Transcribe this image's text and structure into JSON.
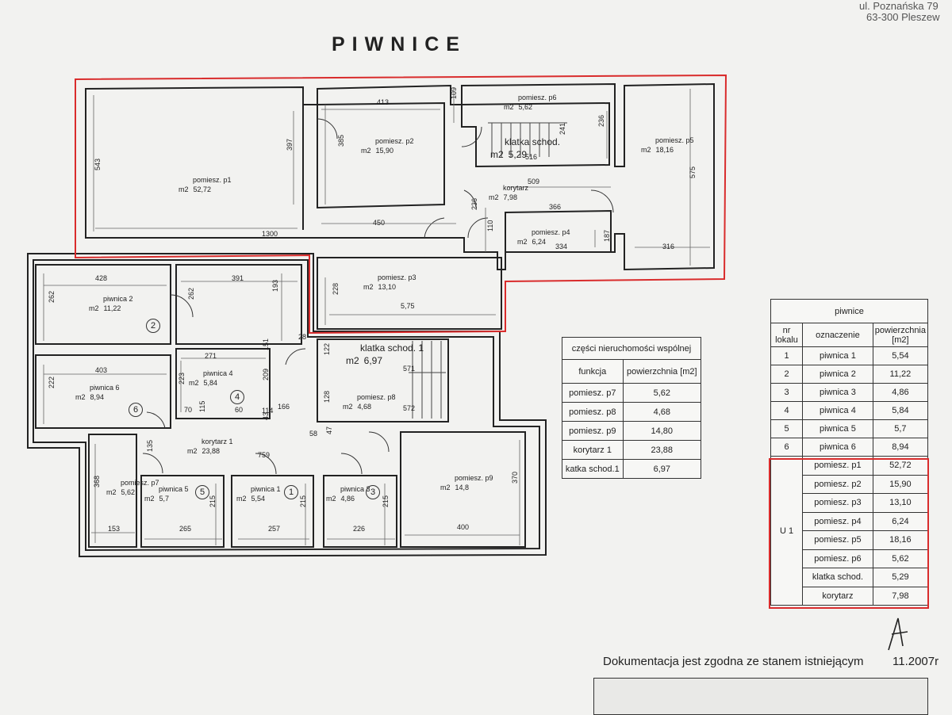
{
  "title": "PIWNICE",
  "address": {
    "line1": "ul. Poznańska 79",
    "line2": "63-300 Pleszew"
  },
  "footer": {
    "text": "Dokumentacja jest zgodna ze stanem istniejącym",
    "date": "11.2007r"
  },
  "accent_color": "#d92c2c",
  "rooms": [
    {
      "id": "p1",
      "name": "pomiesz. p1",
      "unit": "m2",
      "area": "52,72"
    },
    {
      "id": "p2",
      "name": "pomiesz. p2",
      "unit": "m2",
      "area": "15,90"
    },
    {
      "id": "p6",
      "name": "pomiesz. p6",
      "unit": "m2",
      "area": "5,62"
    },
    {
      "id": "kl",
      "name": "klatka schod.",
      "unit": "m2",
      "area": "5,29"
    },
    {
      "id": "p5",
      "name": "pomiesz. p5",
      "unit": "m2",
      "area": "18,16"
    },
    {
      "id": "kor",
      "name": "korytarz",
      "unit": "m2",
      "area": "7,98"
    },
    {
      "id": "p4",
      "name": "pomiesz. p4",
      "unit": "m2",
      "area": "6,24"
    },
    {
      "id": "p3",
      "name": "pomiesz. p3",
      "unit": "m2",
      "area": "13,10"
    },
    {
      "id": "pw2",
      "name": "piwnica 2",
      "unit": "m2",
      "area": "11,22"
    },
    {
      "id": "kl1",
      "name": "klatka schod. 1",
      "unit": "m2",
      "area": "6,97"
    },
    {
      "id": "pw4",
      "name": "piwnica 4",
      "unit": "m2",
      "area": "5,84"
    },
    {
      "id": "pw6",
      "name": "piwnica 6",
      "unit": "m2",
      "area": "8,94"
    },
    {
      "id": "p8",
      "name": "pomiesz. p8",
      "unit": "m2",
      "area": "4,68"
    },
    {
      "id": "kor1",
      "name": "korytarz 1",
      "unit": "m2",
      "area": "23,88"
    },
    {
      "id": "p7",
      "name": "pomiesz. p7",
      "unit": "m2",
      "area": "5,62"
    },
    {
      "id": "pw5",
      "name": "piwnica 5",
      "unit": "m2",
      "area": "5,7"
    },
    {
      "id": "pw1",
      "name": "piwnica 1",
      "unit": "m2",
      "area": "5,54"
    },
    {
      "id": "pw3",
      "name": "piwnica 3",
      "unit": "m2",
      "area": "4,86"
    },
    {
      "id": "p9",
      "name": "pomiesz. p9",
      "unit": "m2",
      "area": "14,8"
    }
  ],
  "dimensions": [
    "543",
    "1300",
    "397",
    "385",
    "413",
    "450",
    "109",
    "236",
    "241",
    "516",
    "509",
    "575",
    "236",
    "110",
    "366",
    "187",
    "334",
    "316",
    "428",
    "262",
    "262",
    "391",
    "193",
    "228",
    "5,75",
    "28",
    "271",
    "223",
    "209",
    "151",
    "403",
    "222",
    "70",
    "115",
    "60",
    "114",
    "43",
    "166",
    "58",
    "47",
    "122",
    "128",
    "571",
    "572",
    "135",
    "368",
    "153",
    "759",
    "265",
    "215",
    "257",
    "215",
    "226",
    "215",
    "400",
    "370"
  ],
  "unit_markers": [
    "2",
    "4",
    "6",
    "5",
    "1",
    "3"
  ],
  "common_table": {
    "title": "części nieruchomości wspólnej",
    "headers": [
      "funkcja",
      "powierzchnia [m2]"
    ],
    "rows": [
      [
        "pomiesz. p7",
        "5,62"
      ],
      [
        "pomiesz. p8",
        "4,68"
      ],
      [
        "pomiesz. p9",
        "14,80"
      ],
      [
        "korytarz 1",
        "23,88"
      ],
      [
        "katka schod.1",
        "6,97"
      ]
    ]
  },
  "piwnice_table": {
    "title": "piwnice",
    "headers": [
      "nr lokalu",
      "oznaczenie",
      "powierzchnia [m2]"
    ],
    "rows": [
      [
        "1",
        "piwnica 1",
        "5,54"
      ],
      [
        "2",
        "piwnica 2",
        "11,22"
      ],
      [
        "3",
        "piwnica 3",
        "4,86"
      ],
      [
        "4",
        "piwnica 4",
        "5,84"
      ],
      [
        "5",
        "piwnica 5",
        "5,7"
      ],
      [
        "6",
        "piwnica 6",
        "8,94"
      ]
    ],
    "u1_label": "U 1",
    "u1_rows": [
      [
        "pomiesz. p1",
        "52,72"
      ],
      [
        "pomiesz. p2",
        "15,90"
      ],
      [
        "pomiesz. p3",
        "13,10"
      ],
      [
        "pomiesz. p4",
        "6,24"
      ],
      [
        "pomiesz. p5",
        "18,16"
      ],
      [
        "pomiesz. p6",
        "5,62"
      ],
      [
        "klatka schod.",
        "5,29"
      ],
      [
        "korytarz",
        "7,98"
      ]
    ]
  }
}
